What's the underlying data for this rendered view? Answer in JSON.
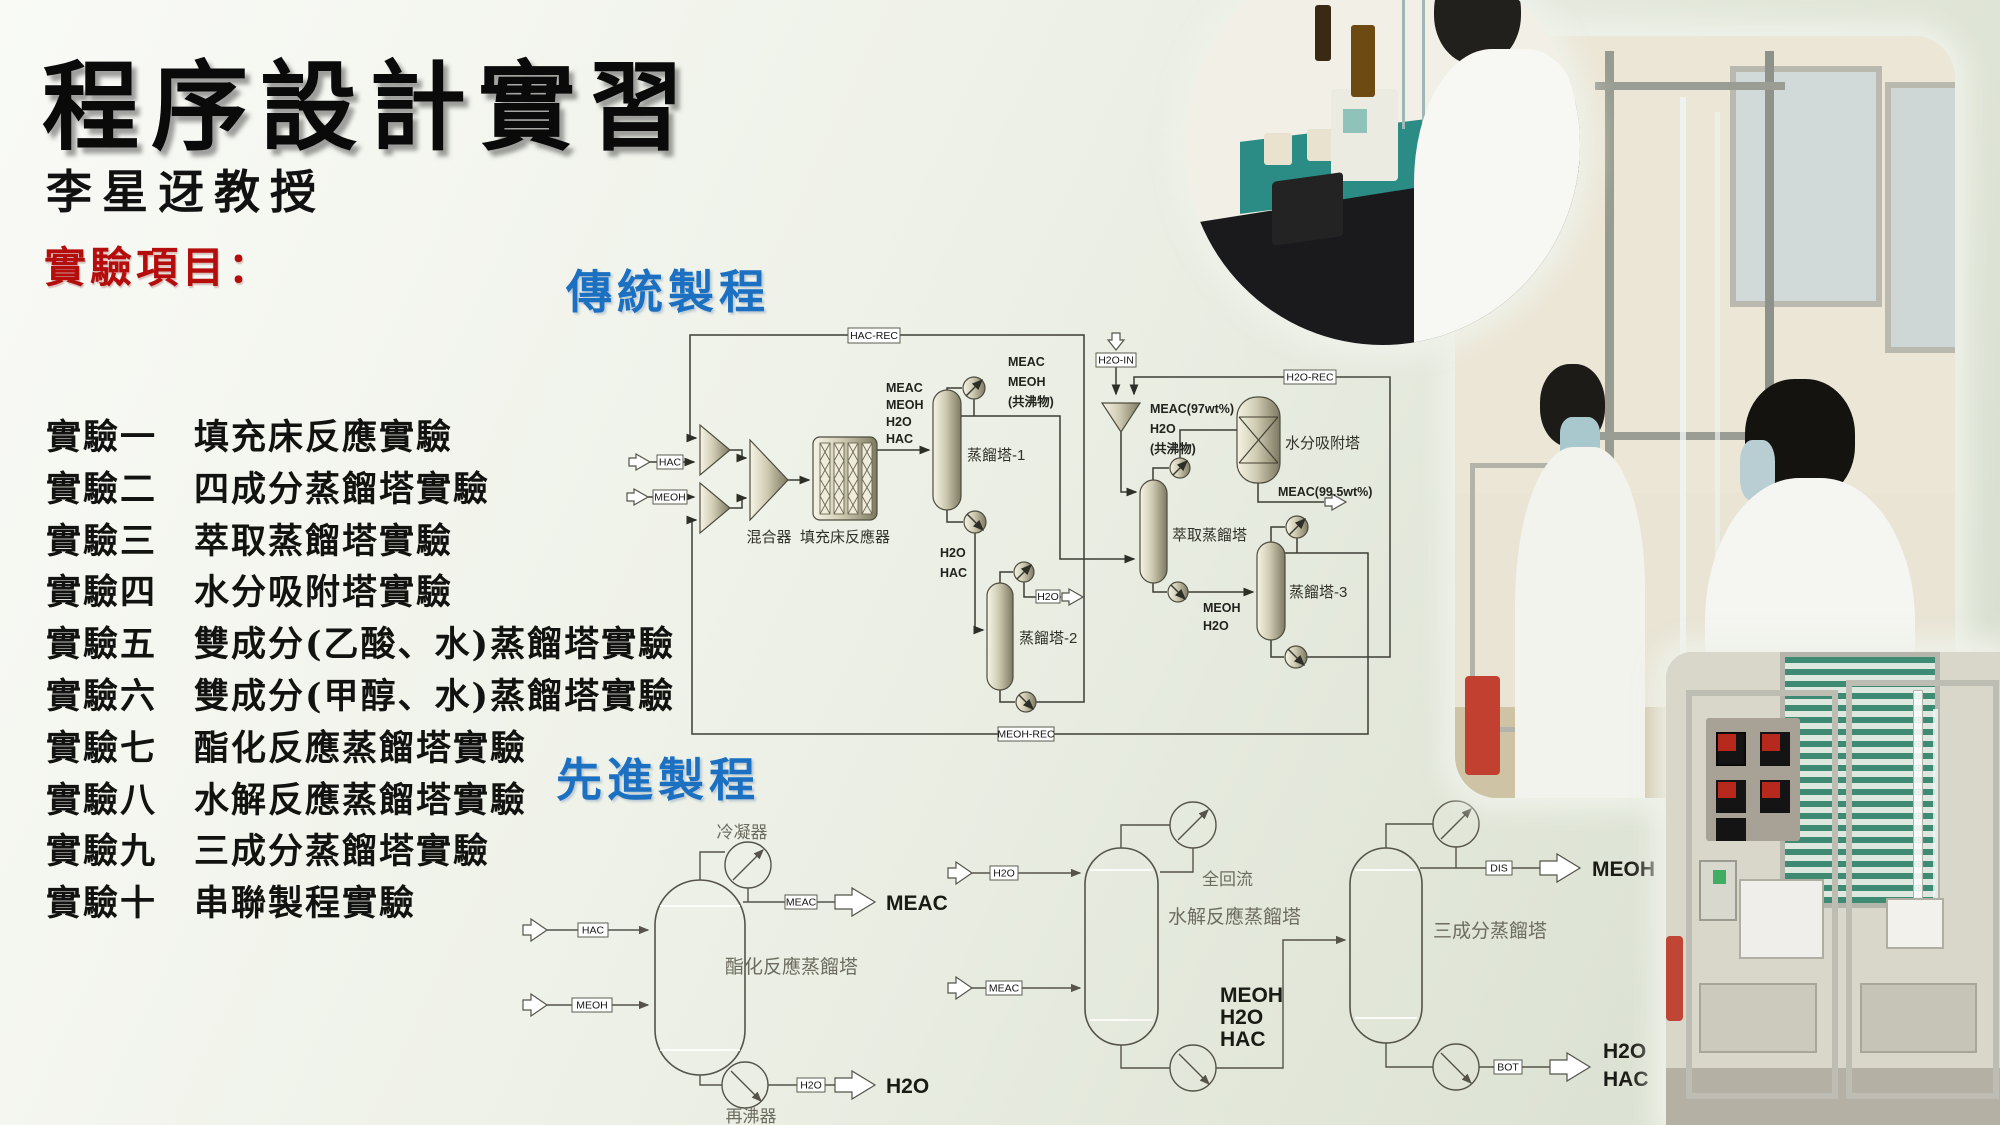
{
  "slide": {
    "title": "程序設計實習",
    "professor": "李星迓教授",
    "list_header": "實驗項目：",
    "accent_red": "#b50c0c",
    "accent_blue": "#1b70c2",
    "background_tint": "#e9ede2"
  },
  "experiments": [
    "實驗一　填充床反應實驗",
    "實驗二　四成分蒸餾塔實驗",
    "實驗三　萃取蒸餾塔實驗",
    "實驗四　水分吸附塔實驗",
    "實驗五　雙成分(乙酸、水)蒸餾塔實驗",
    "實驗六　雙成分(甲醇、水)蒸餾塔實驗",
    "實驗七　酯化反應蒸餾塔實驗",
    "實驗八　水解反應蒸餾塔實驗",
    "實驗九　三成分蒸餾塔實驗",
    "實驗十　串聯製程實驗"
  ],
  "traditional": {
    "title": "傳統製程",
    "boxes": {
      "hac_rec": "HAC-REC",
      "h2o_in": "H2O-IN",
      "h2o_rec": "H2O-REC",
      "meoh_rec": "MEOH-REC",
      "hac": "HAC",
      "meoh": "MEOH",
      "h2o": "H2O"
    },
    "equipment": {
      "mixer": "混合器",
      "reactor": "填充床反應器",
      "col1": "蒸餾塔-1",
      "col2": "蒸餾塔-2",
      "col3": "蒸餾塔-3",
      "extractive": "萃取蒸餾塔",
      "adsorber": "水分吸附塔"
    },
    "streams": {
      "reactor_out": [
        "MEAC",
        "MEOH",
        "H2O",
        "HAC"
      ],
      "col1_top": [
        "MEAC",
        "MEOH",
        "(共沸物)"
      ],
      "col1_bottom": [
        "H2O",
        "HAC"
      ],
      "ext_top": [
        "MEAC(97wt%)",
        "H2O",
        "(共沸物)"
      ],
      "ext_bottom": [
        "MEOH",
        "H2O"
      ],
      "adsorber_out": "MEAC(99.5wt%)"
    }
  },
  "advanced": {
    "title": "先進製程",
    "labels": {
      "condenser": "冷凝器",
      "reboiler": "再沸器",
      "total_reflux": "全回流",
      "col_ester": "酯化反應蒸餾塔",
      "col_hydrolysis": "水解反應蒸餾塔",
      "col_ternary": "三成分蒸餾塔"
    },
    "boxes": {
      "hac": "HAC",
      "meoh": "MEOH",
      "meac": "MEAC",
      "h2o": "H2O",
      "dis": "DIS",
      "bot": "BOT"
    },
    "outputs": {
      "meac": "MEAC",
      "h2o": "H2O",
      "meoh": "MEOH",
      "bottoms": [
        "H2O",
        "HAC"
      ],
      "mid": [
        "MEOH",
        "H2O",
        "HAC"
      ]
    }
  },
  "photos": [
    {
      "name": "titration-analysis-photo"
    },
    {
      "name": "column-operation-photo"
    },
    {
      "name": "pilot-cart-photo"
    }
  ]
}
